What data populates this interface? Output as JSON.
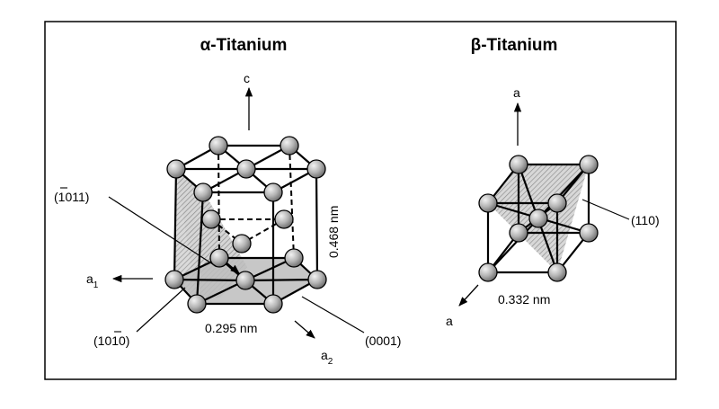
{
  "alpha": {
    "title": "α-Titanium",
    "axis_c": "c",
    "axis_a1": "a",
    "axis_a1_sub": "1",
    "axis_a2": "a",
    "axis_a2_sub": "2",
    "height_label": "0.468 nm",
    "base_label": "0.295 nm",
    "plane_pyramidal": "(1011)",
    "plane_prism": "(1010)",
    "plane_basal": "(0001)"
  },
  "beta": {
    "title": "β-Titanium",
    "axis_top": "a",
    "axis_left": "a",
    "edge_label": "0.332 nm",
    "plane_label": "(110)"
  },
  "colors": {
    "frame": "#000000",
    "atom_light": "#eeeeee",
    "atom_dark": "#6f6f6f",
    "plane_fill": "#bfbfbf",
    "hatch": "#888888"
  }
}
